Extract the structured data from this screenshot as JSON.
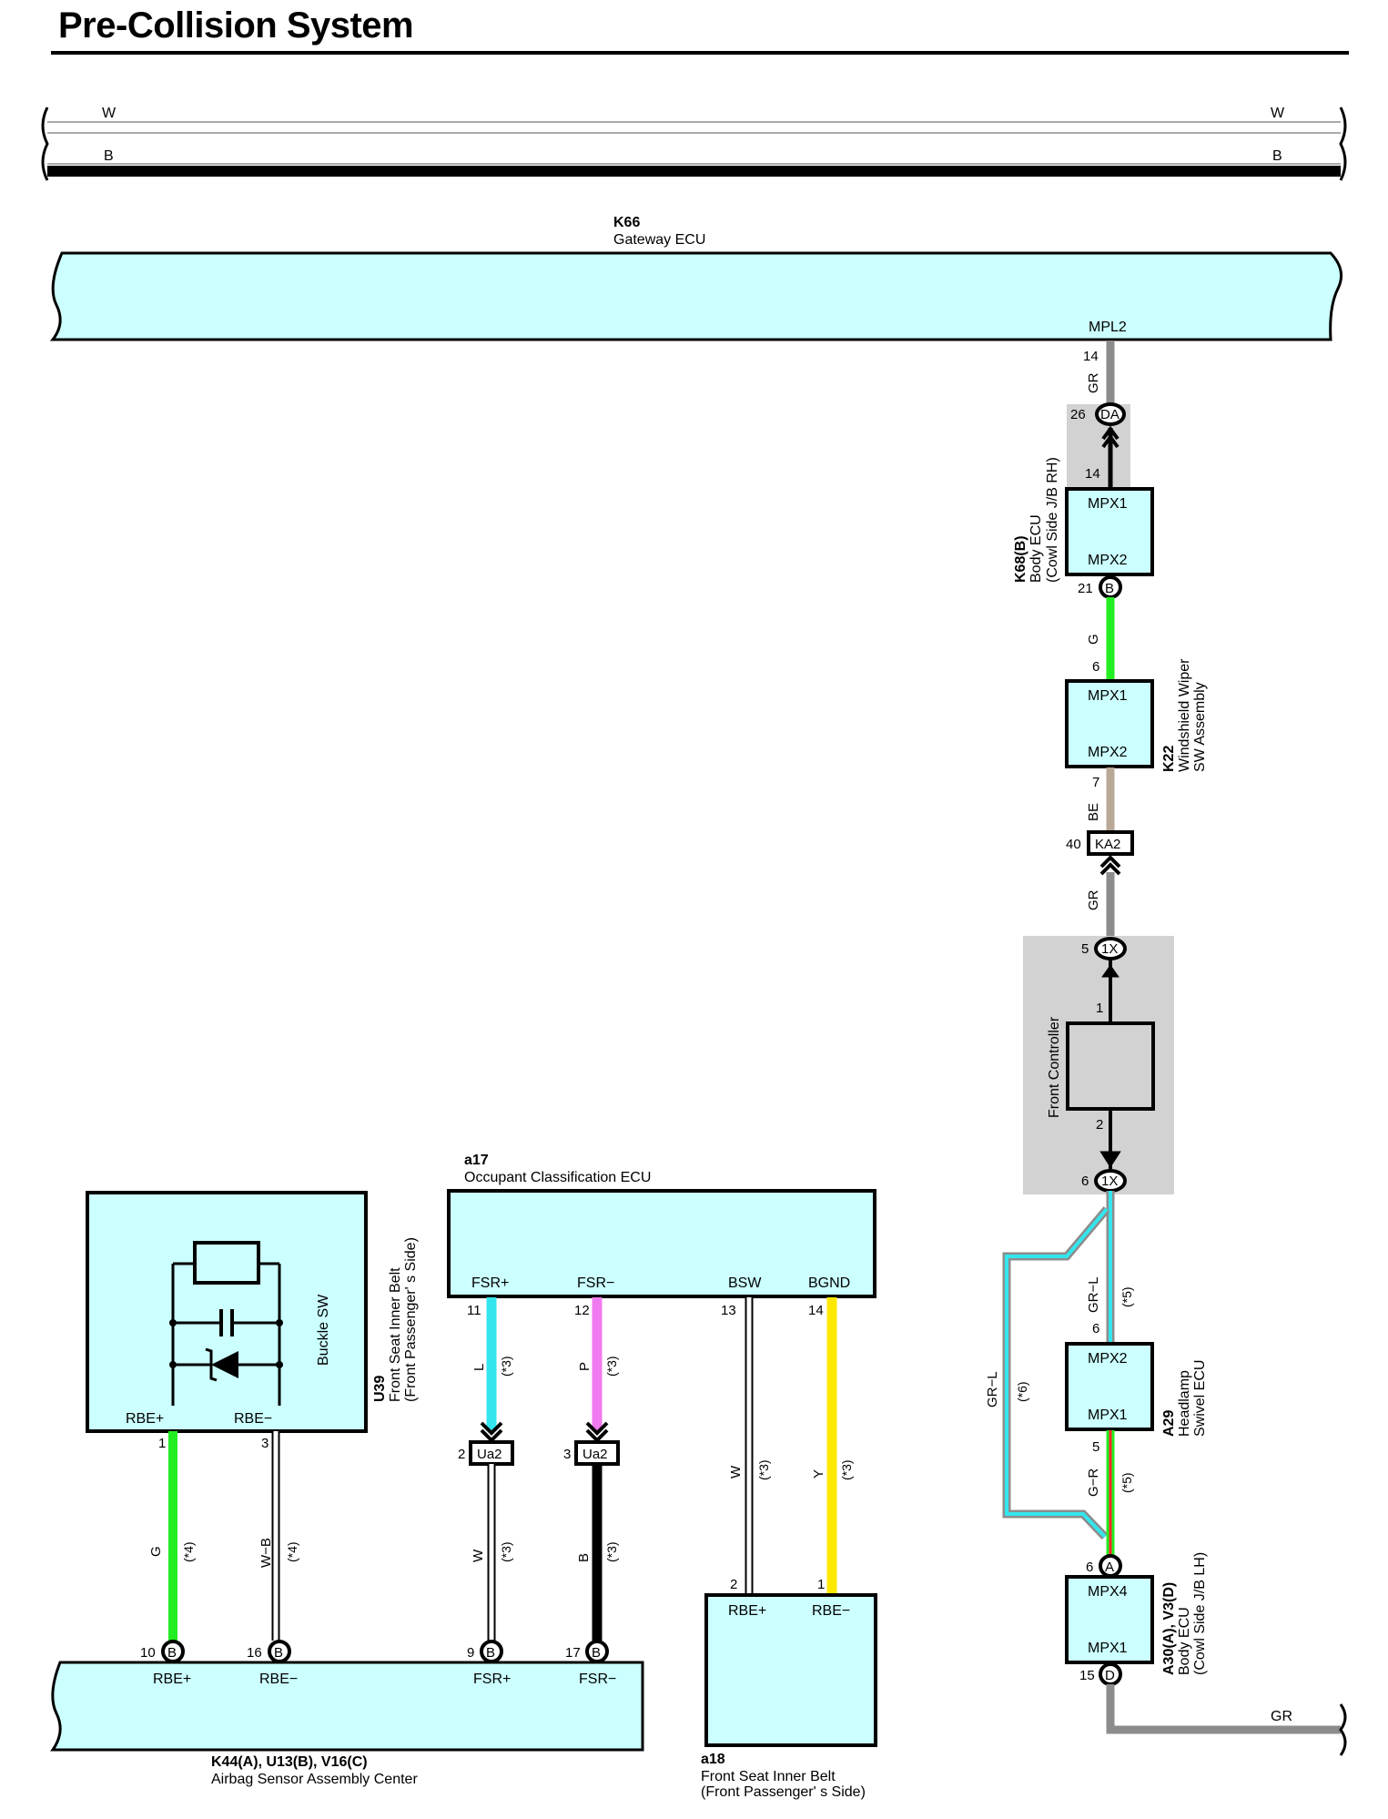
{
  "title": "Pre-Collision System",
  "colors": {
    "component_fill": "#ccffff",
    "shaded_area": "#d2d2d2",
    "wire_gray": "#8c8c8c",
    "wire_green": "#22ee22",
    "wire_tan": "#b8a898",
    "wire_cyan": "#33e6ee",
    "wire_pink": "#f07af0",
    "wire_yellow": "#ffe800",
    "wire_black": "#000000",
    "wire_red": "#ff2a2a"
  },
  "bus": {
    "top_left": "W",
    "top_right": "W",
    "bottom_left": "B",
    "bottom_right": "B"
  },
  "components": {
    "k66": {
      "code": "K66",
      "name": "Gateway ECU",
      "terminal": "MPL2",
      "pin": "14"
    },
    "k68b": {
      "code": "K68(B)",
      "name1": "Body ECU",
      "name2": "(Cowl Side J/B RH)",
      "mpx1": "MPX1",
      "mpx2": "MPX2",
      "pin_in": "14",
      "conn_pin": "26",
      "conn": "DA",
      "pin_out": "21",
      "pin_out_conn": "B"
    },
    "k22": {
      "code": "K22",
      "name1": "Windshield Wiper",
      "name2": "SW Assembly",
      "mpx1": "MPX1",
      "mpx2": "MPX2",
      "pin_in": "6",
      "pin_out": "7"
    },
    "ka2": {
      "conn": "KA2",
      "pin": "40"
    },
    "front_controller": {
      "name": "Front Controller",
      "pin1": "1",
      "pin2": "2",
      "conn_top_pin": "5",
      "conn_bottom_pin": "6",
      "conn": "1X"
    },
    "a29": {
      "code": "A29",
      "name1": "Headlamp",
      "name2": "Swivel ECU",
      "mpx2": "MPX2",
      "mpx1": "MPX1",
      "pin_in": "6",
      "pin_out": "5"
    },
    "a30": {
      "code": "A30(A), V3(D)",
      "name1": "Body ECU",
      "name2": "(Cowl Side J/B LH)",
      "mpx4": "MPX4",
      "mpx1": "MPX1",
      "pin_in": "6",
      "pin_in_conn": "A",
      "pin_out": "15",
      "pin_out_conn": "D"
    },
    "u39": {
      "code": "U39",
      "name1": "Front Seat Inner Belt",
      "name2": "(Front Passenger' s Side)",
      "switch": "Buckle SW",
      "t1": "RBE+",
      "t2": "RBE−",
      "pin1": "1",
      "pin2": "3"
    },
    "a17": {
      "code": "a17",
      "name": "Occupant Classification ECU",
      "t1": "FSR+",
      "t2": "FSR−",
      "t3": "BSW",
      "t4": "BGND",
      "pin1": "11",
      "pin2": "12",
      "pin3": "13",
      "pin4": "14"
    },
    "ua2": {
      "conn": "Ua2",
      "pin_a": "2",
      "pin_b": "3"
    },
    "k44": {
      "code": "K44(A), U13(B), V16(C)",
      "name": "Airbag Sensor Assembly Center",
      "t1": "RBE+",
      "t2": "RBE−",
      "t3": "FSR+",
      "t4": "FSR−",
      "pin1": "10",
      "pin2": "16",
      "pin3": "9",
      "pin4": "17",
      "conn": "B"
    },
    "a18": {
      "code": "a18",
      "name1": "Front Seat Inner Belt",
      "name2": "(Front Passenger' s Side)",
      "t1": "RBE+",
      "t2": "RBE−",
      "pin1": "2",
      "pin2": "1"
    }
  },
  "wires": {
    "gr_top": "GR",
    "g": "G",
    "be": "BE",
    "gr_mid": "GR",
    "gr_l": "GR−L",
    "note5": "(*5)",
    "gr_l_side": "GR−L",
    "note6": "(*6)",
    "g_r": "G−R",
    "note5b": "(*5)",
    "gr_bottom": "GR",
    "u39_g": "G",
    "u39_g_note": "(*4)",
    "u39_wb": "W−B",
    "u39_wb_note": "(*4)",
    "a17_l": "L",
    "a17_l_note": "(*3)",
    "a17_p": "P",
    "a17_p_note": "(*3)",
    "a17_w": "W",
    "a17_w_note": "(*3)",
    "a17_y": "Y",
    "a17_y_note": "(*3)",
    "ua2_w": "W",
    "ua2_w_note": "(*3)",
    "ua2_b": "B",
    "ua2_b_note": "(*3)"
  }
}
